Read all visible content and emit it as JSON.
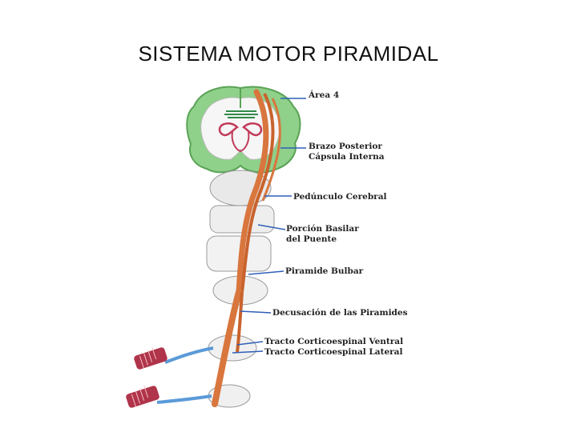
{
  "title": "SISTEMA MOTOR PIRAMIDAL",
  "labels": {
    "area4": "Área 4",
    "brazo_line1": "Brazo Posterior",
    "brazo_line2": "Cápsula Interna",
    "pedunculo": "Pedúnculo Cerebral",
    "porcion_line1": "Porción Basilar",
    "porcion_line2": "del Puente",
    "piramide": "Piramide Bulbar",
    "decusacion": "Decusación de las Piramides",
    "tracto_ventral": "Tracto Corticoespinal Ventral",
    "tracto_lateral": "Tracto Corticoespinal Lateral"
  },
  "colors": {
    "cortex": "#8fd08a",
    "cortex_edge": "#5aa356",
    "tract": "#d8763e",
    "tract_edge": "#a64a1e",
    "pointer": "#2f5fb8",
    "nerve": "#5b9ad8",
    "muscle": "#b0344a",
    "gray_section": "#e9e9e9"
  }
}
